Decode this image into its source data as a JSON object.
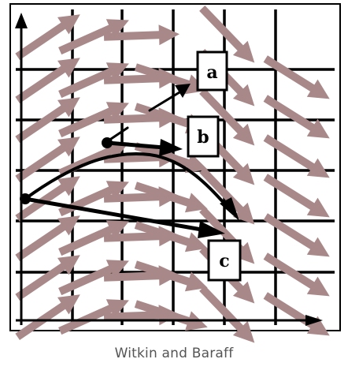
{
  "figure": {
    "caption": "Witkin and Baraff",
    "labels": {
      "a": "a",
      "b": "b",
      "c": "c"
    },
    "colors": {
      "field_arrow": "#a88888",
      "grid": "#000000",
      "trajectory": "#000000",
      "background": "#ffffff"
    },
    "description_icons": [
      "axis-arrow-icon",
      "vector-field-arrow-icon",
      "trajectory-arrow-icon"
    ]
  }
}
